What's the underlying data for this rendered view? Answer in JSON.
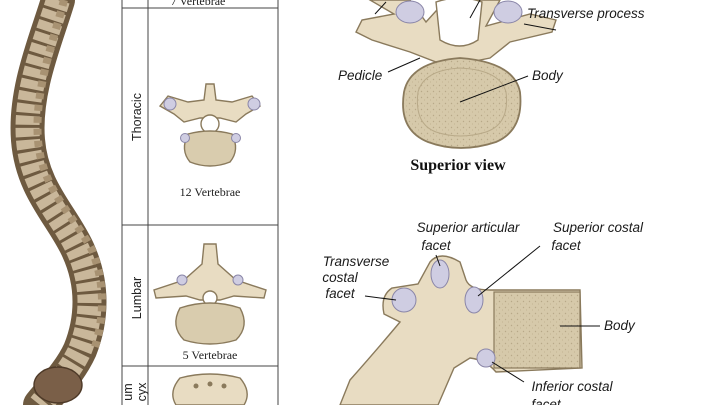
{
  "panel": {
    "cervical_caption": "7 Vertebrae",
    "thoracic_label": "Thoracic",
    "thoracic_caption": "12 Vertebrae",
    "lumbar_label": "Lumbar",
    "lumbar_caption": "5 Vertebrae",
    "sacrum_label": "um",
    "coccyx_label": "cyx"
  },
  "superior": {
    "title": "Superior view",
    "transverse_process": "Transverse process",
    "pedicle": "Pedicle",
    "body": "Body"
  },
  "lateral": {
    "superior_articular_l1": "Superior articular",
    "superior_articular_l2": "facet",
    "superior_costal_l1": "Superior costal",
    "superior_costal_l2": "facet",
    "transverse_costal_l1": "Transverse",
    "transverse_costal_l2": "costal",
    "transverse_costal_l3": "facet",
    "body": "Body",
    "inferior_costal_l1": "Inferior costal",
    "inferior_costal_l2": "facet"
  }
}
